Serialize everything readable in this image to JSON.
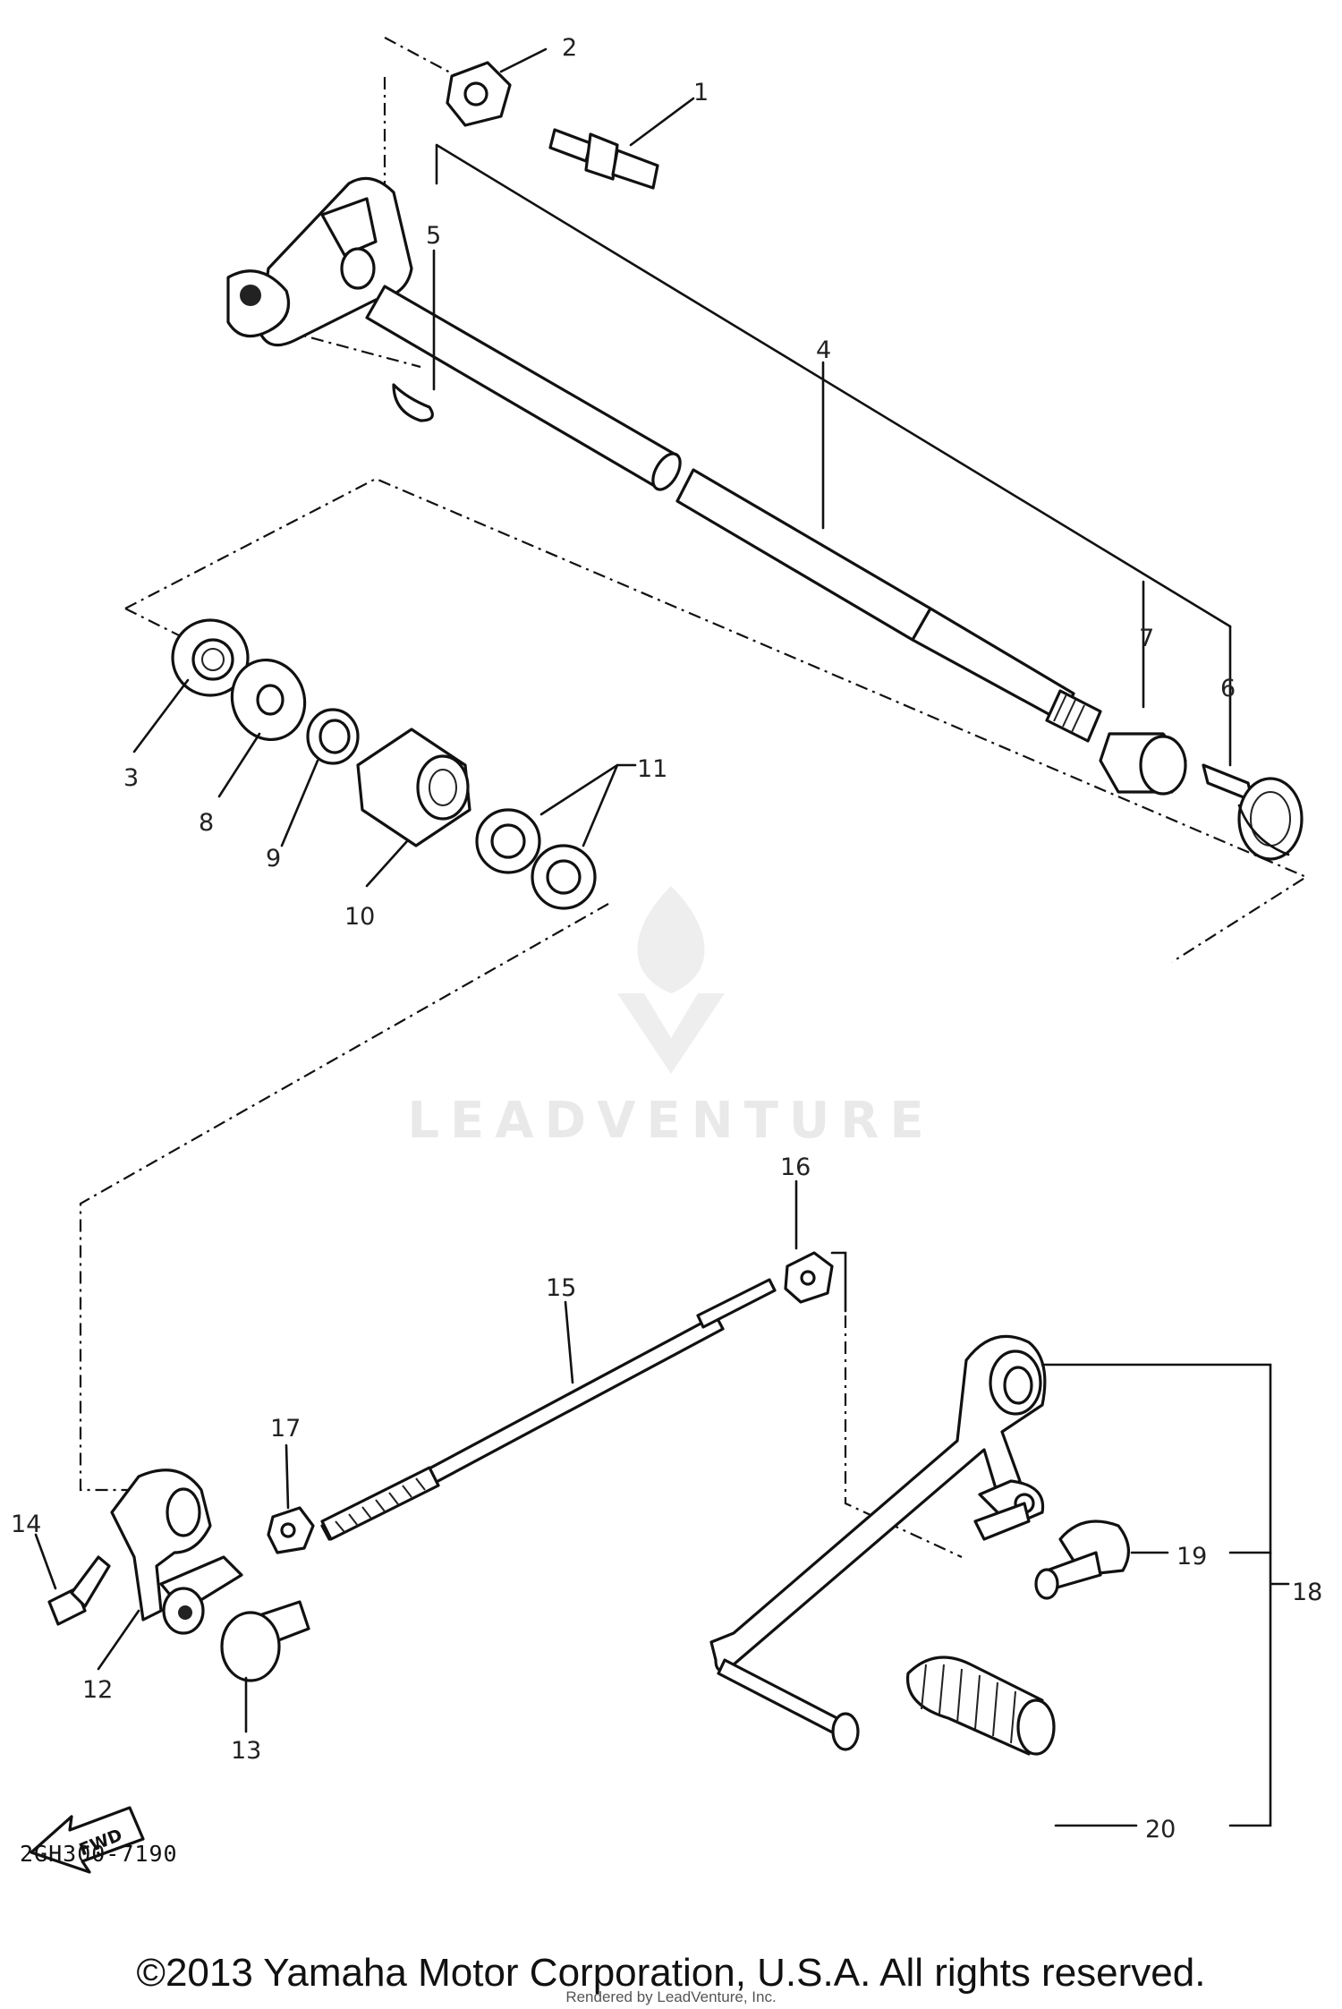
{
  "diagram_code": "2GH300-7190",
  "copyright": "©2013 Yamaha Motor Corporation, U.S.A. All rights reserved.",
  "rendered_by": "Rendered by LeadVenture, Inc.",
  "watermark": "LEADVENTURE",
  "fwd_label": "FWD",
  "callouts": {
    "c1": "1",
    "c2": "2",
    "c3": "3",
    "c4": "4",
    "c5": "5",
    "c6": "6",
    "c7": "7",
    "c8": "8",
    "c9": "9",
    "c10": "10",
    "c11": "11",
    "c12": "12",
    "c13": "13",
    "c14": "14",
    "c15": "15",
    "c16": "16",
    "c17": "17",
    "c18": "18",
    "c19": "19",
    "c20": "20"
  }
}
